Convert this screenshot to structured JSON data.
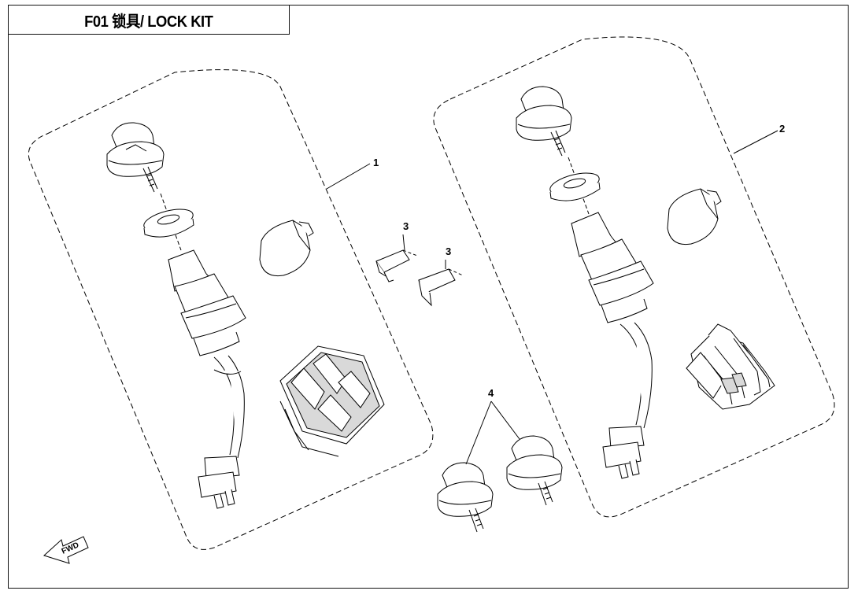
{
  "title": "F01 锁具/ LOCK KIT",
  "callouts": {
    "c1": "1",
    "c2": "2",
    "c3a": "3",
    "c3b": "3",
    "c4": "4"
  },
  "fwd_label": "FWD",
  "colors": {
    "line": "#000000",
    "shade": "#d9d9d9",
    "background": "#ffffff"
  }
}
